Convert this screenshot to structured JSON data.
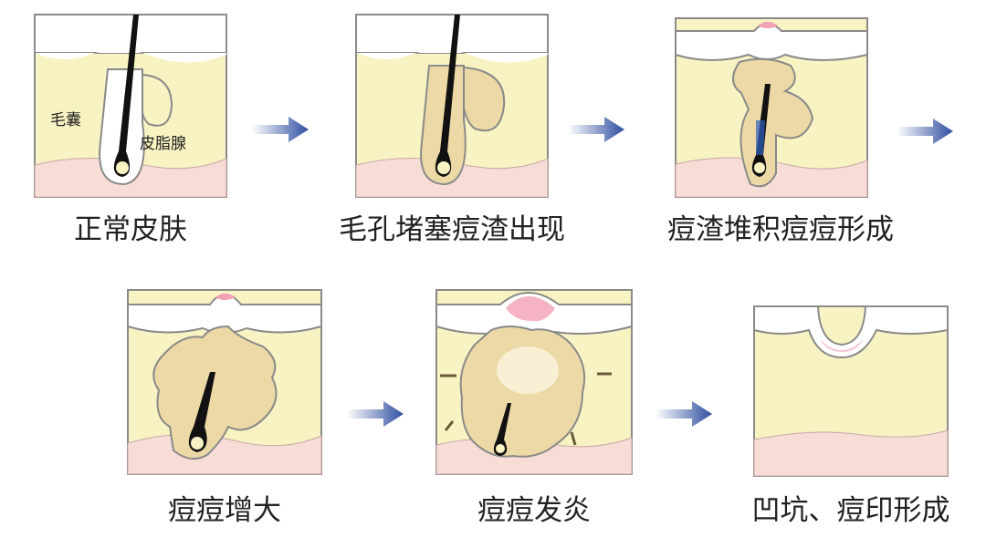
{
  "steps": [
    {
      "caption": "正常皮肤"
    },
    {
      "caption": "毛孔堵塞痘渣出现"
    },
    {
      "caption": "痘渣堆积痘痘形成"
    },
    {
      "caption": "痘痘增大"
    },
    {
      "caption": "痘痘发炎"
    },
    {
      "caption": "凹坑、痘印形成"
    }
  ],
  "labels": {
    "follicle": "毛囊",
    "sebaceous_gland": "皮脂腺"
  },
  "colors": {
    "dermis": "#f7f3c2",
    "subcutis": "#f8dcd6",
    "epidermis": "#ffffff",
    "outline": "#8a8a8a",
    "sebum": "#ecd9a6",
    "hair": "#111111",
    "arrow": "#2f4ea0",
    "inflammation": "#f2a0b5"
  },
  "icons": {
    "arrow": "arrow-right-icon"
  }
}
